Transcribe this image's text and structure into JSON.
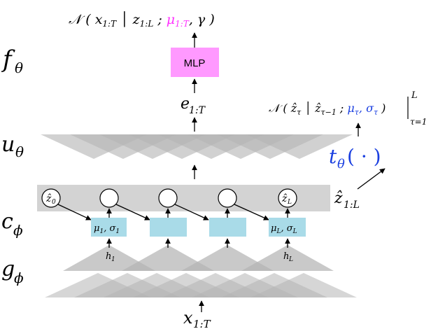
{
  "labels": {
    "f_theta": "fθ",
    "u_theta": "uθ",
    "c_phi": "cϕ",
    "g_phi": "gϕ"
  },
  "top_formula": {
    "prefix": "𝒩 ( x",
    "x_sub": "1:T",
    "given": "z",
    "z_sub": "1:L",
    "sep": " ; ",
    "mu": "μ",
    "mu_sub": "1:T",
    "tail": ", γ )"
  },
  "mlp": {
    "label": "MLP"
  },
  "e_label": {
    "base": "e",
    "sub": "1:T"
  },
  "right_formula": {
    "prefix": "𝒩 ( ẑ",
    "z_sub": "τ",
    "given": "ẑ",
    "given_sub": "τ−1",
    "sep": " ; ",
    "mu": "μ",
    "mu_sub": "τ",
    "comma": ", ",
    "sigma": "σ",
    "sigma_sub": "τ",
    "close": " )",
    "sup": "L",
    "sub": "τ=1"
  },
  "t_theta": "tθ( · )",
  "z_label": {
    "base": "ẑ",
    "sub": "1:L"
  },
  "nodes": {
    "first": {
      "base": "ẑ",
      "sub": "0"
    },
    "last": {
      "base": "ẑ",
      "sub": "L"
    }
  },
  "boxes": {
    "first": {
      "mu": "μ",
      "mu_sub": "1",
      "sigma": "σ",
      "sigma_sub": "1"
    },
    "last": {
      "mu": "μ",
      "mu_sub": "L",
      "sigma": "σ",
      "sigma_sub": "L"
    }
  },
  "h_labels": {
    "first": {
      "base": "h",
      "sub": "1"
    },
    "last": {
      "base": "h",
      "sub": "L"
    }
  },
  "x_label": {
    "base": "x",
    "sub": "1:T"
  },
  "colors": {
    "magenta": "#ff33ff",
    "mlp_fill": "#ff99ff",
    "blue": "#1a3fe0",
    "box_fill": "#a9dbe8",
    "band_fill": "#d3d3d3",
    "triangle_fill": "#b4b4b4"
  }
}
